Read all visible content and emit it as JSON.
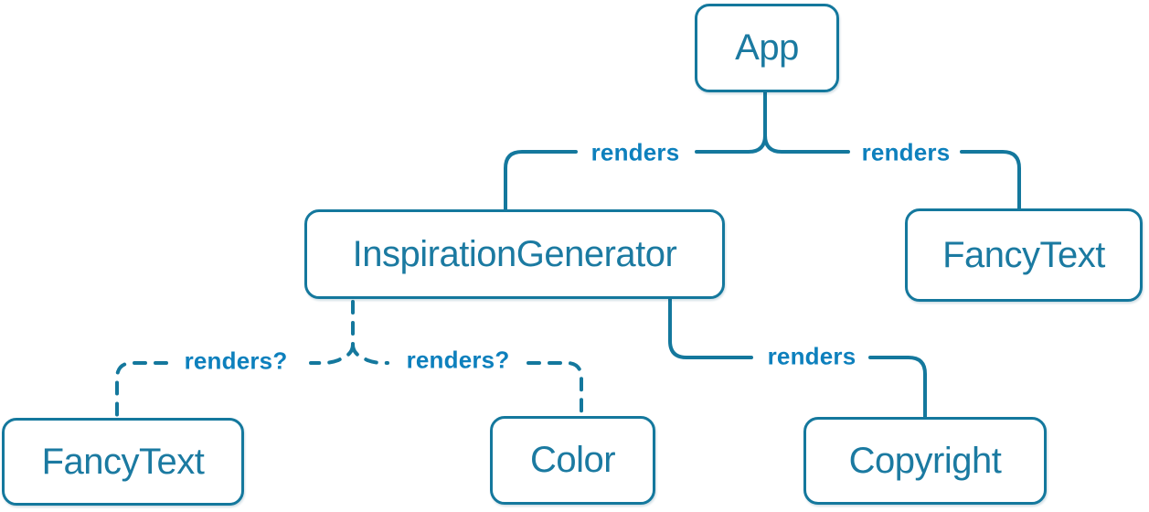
{
  "colors": {
    "line": "#14789d",
    "node-text": "#1b7aa1",
    "label-text": "#0d80bd",
    "node-bg": "#ffffff",
    "canvas-bg": "#ffffff"
  },
  "diagram": {
    "type": "component-render-tree",
    "nodes": [
      {
        "id": "app",
        "label": "App"
      },
      {
        "id": "inspiration-generator",
        "label": "InspirationGenerator"
      },
      {
        "id": "fancytext-top",
        "label": "FancyText"
      },
      {
        "id": "fancytext-bottom",
        "label": "FancyText"
      },
      {
        "id": "color",
        "label": "Color"
      },
      {
        "id": "copyright",
        "label": "Copyright"
      }
    ],
    "edges": [
      {
        "from": "App",
        "to": "InspirationGenerator",
        "label": "renders",
        "style": "solid"
      },
      {
        "from": "App",
        "to": "FancyText",
        "label": "renders",
        "style": "solid"
      },
      {
        "from": "InspirationGenerator",
        "to": "FancyText",
        "label": "renders?",
        "style": "dashed"
      },
      {
        "from": "InspirationGenerator",
        "to": "Color",
        "label": "renders?",
        "style": "dashed"
      },
      {
        "from": "InspirationGenerator",
        "to": "Copyright",
        "label": "renders",
        "style": "solid"
      }
    ]
  }
}
